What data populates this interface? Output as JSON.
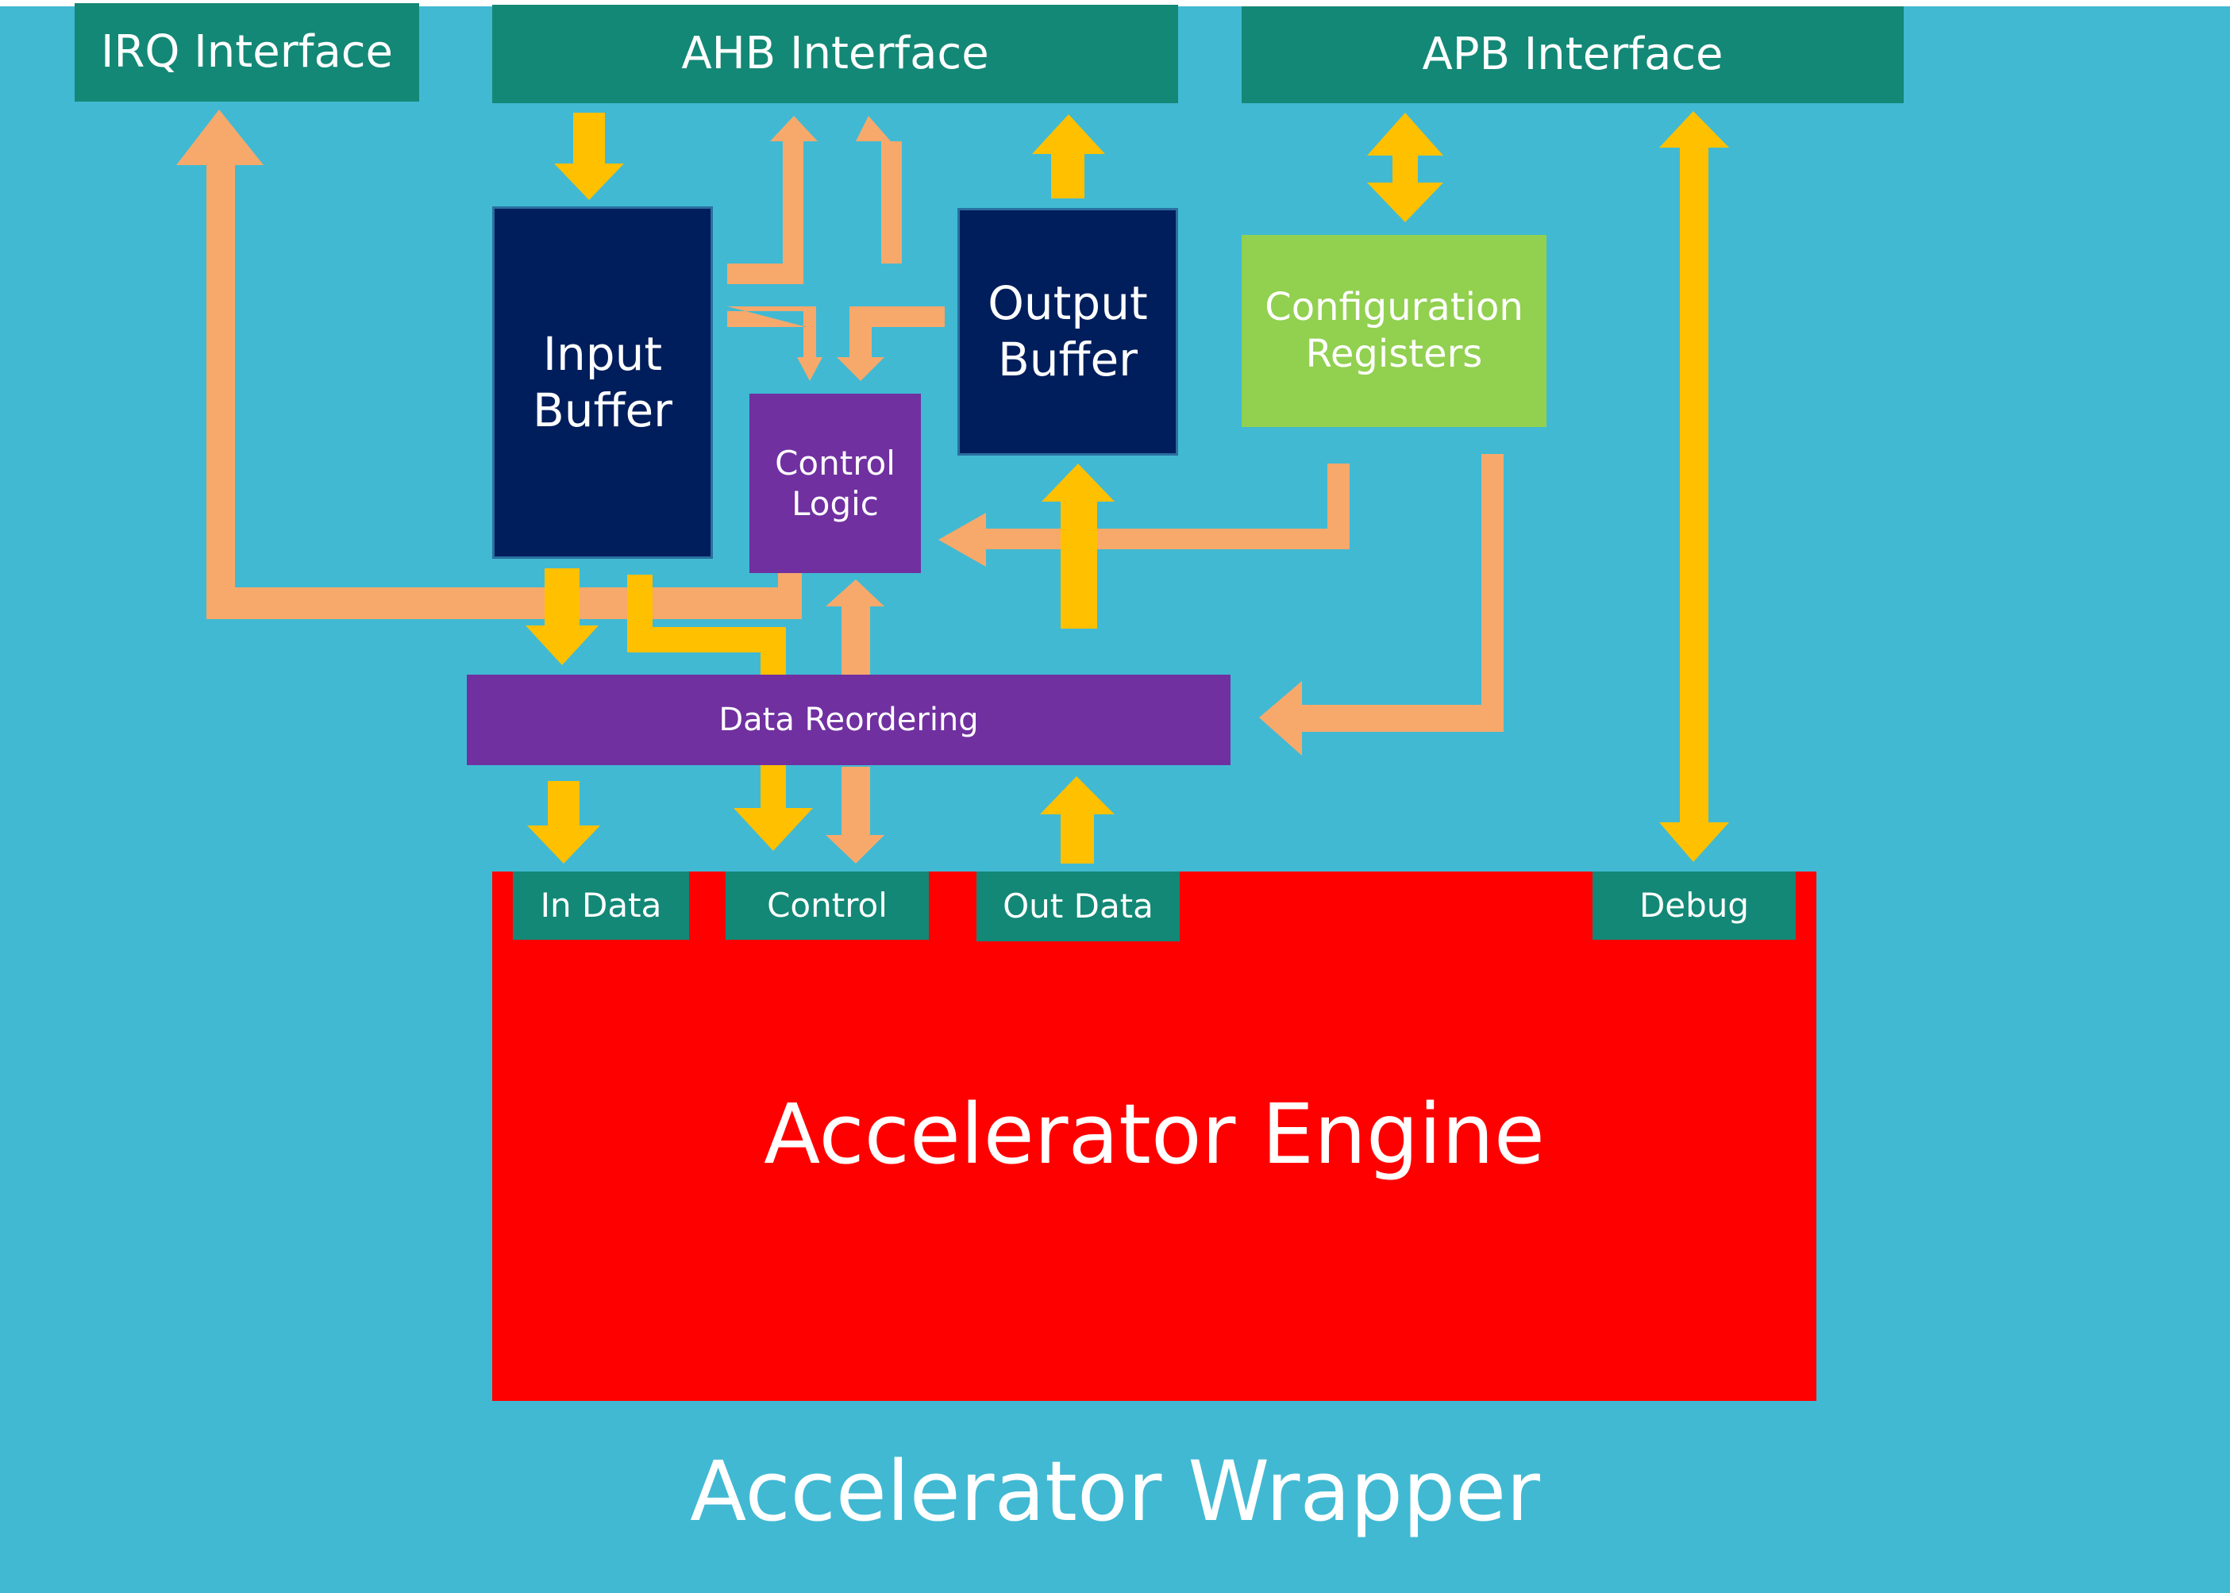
{
  "colors": {
    "background": "#41b9d3",
    "interface": "#138876",
    "buffer": "#001e5c",
    "logic": "#7030a0",
    "config": "#92d050",
    "engine": "#ff0000",
    "arrow_control": "#f7a96b",
    "arrow_data": "#ffc000"
  },
  "interfaces": {
    "irq": "IRQ Interface",
    "ahb": "AHB Interface",
    "apb": "APB Interface"
  },
  "blocks": {
    "input_buffer": "Input\nBuffer",
    "output_buffer": "Output\nBuffer",
    "control_logic": "Control\nLogic",
    "config_registers": "Configuration\nRegisters",
    "data_reordering": "Data Reordering"
  },
  "engine": {
    "title": "Accelerator Engine",
    "ports": {
      "in_data": "In Data",
      "control": "Control",
      "out_data": "Out Data",
      "debug": "Debug"
    }
  },
  "wrapper": {
    "title": "Accelerator Wrapper"
  }
}
